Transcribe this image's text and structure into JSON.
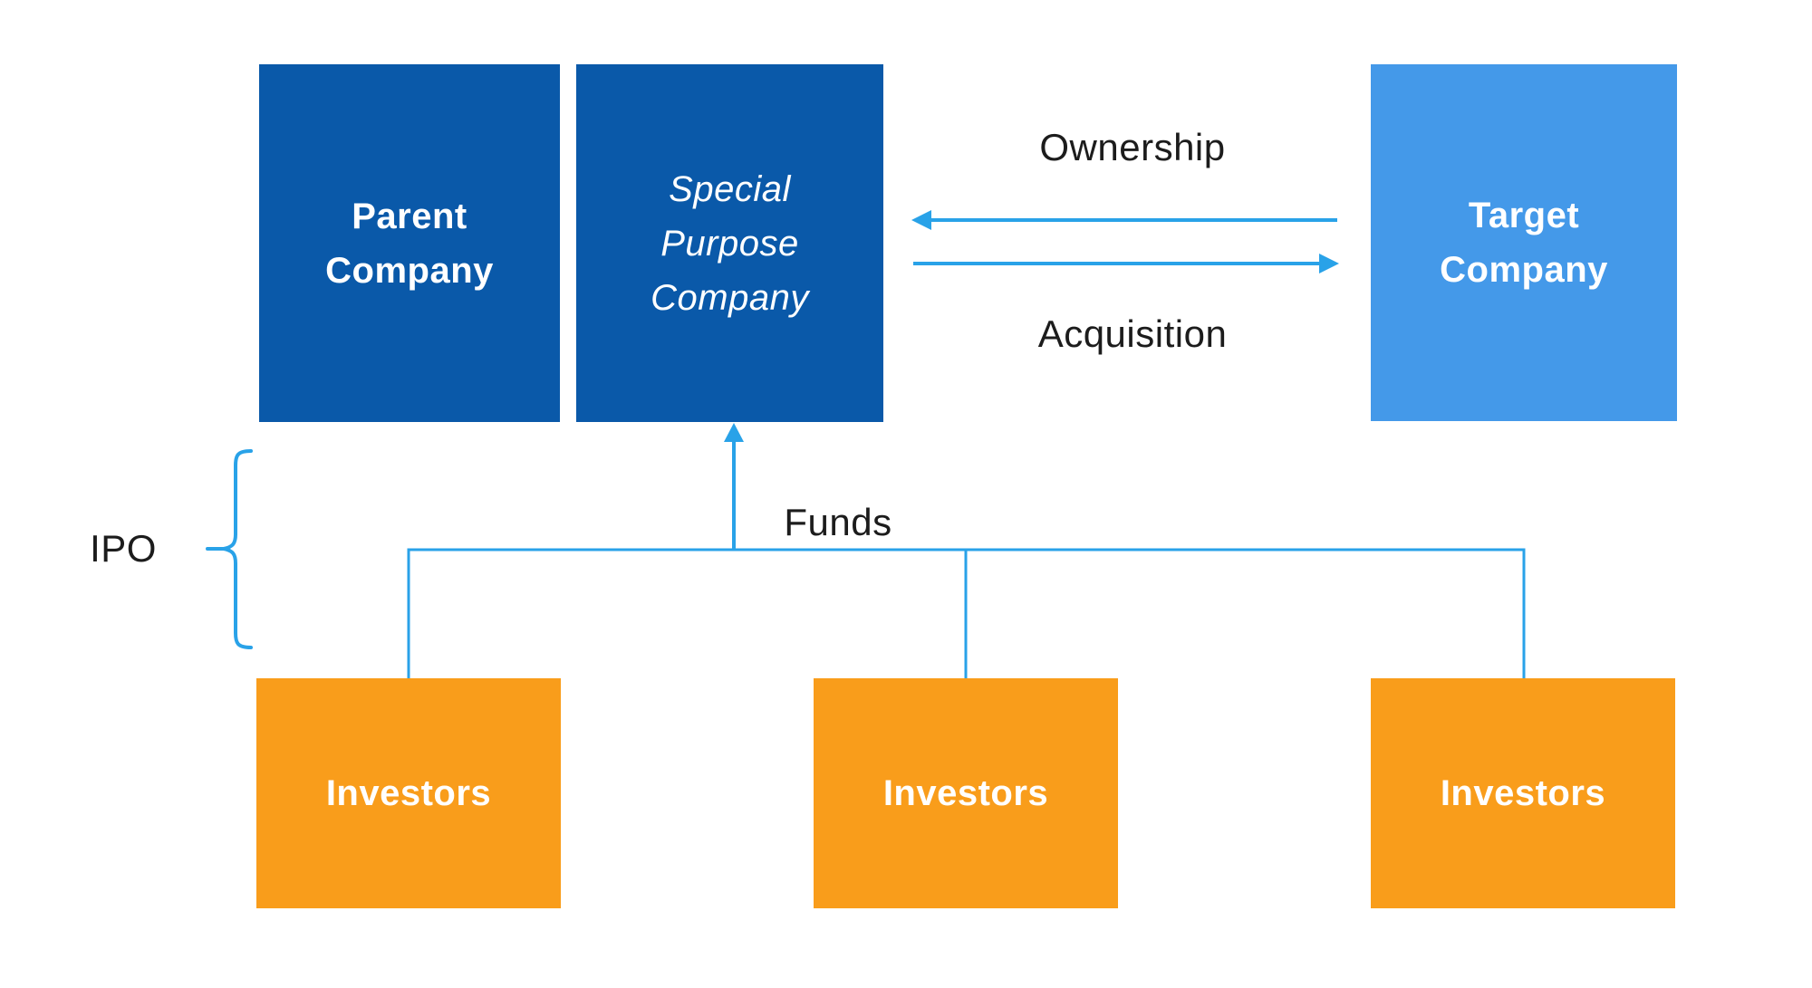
{
  "colors": {
    "dark_blue": "#0a59a9",
    "light_blue": "#4499e9",
    "orange": "#f99d1b",
    "line_blue": "#29a2e8",
    "text_black": "#1c1c1c"
  },
  "diagram": {
    "parent_box": {
      "lines": [
        "Parent",
        "Company"
      ]
    },
    "spc_box": {
      "lines": [
        "Special",
        "Purpose",
        "Company"
      ]
    },
    "target_box": {
      "lines": [
        "Target",
        "Company"
      ]
    },
    "investor_boxes": [
      {
        "label": "Investors"
      },
      {
        "label": "Investors"
      },
      {
        "label": "Investors"
      }
    ],
    "labels": {
      "ownership": "Ownership",
      "acquisition": "Acquisition",
      "funds": "Funds",
      "ipo": "IPO"
    }
  }
}
